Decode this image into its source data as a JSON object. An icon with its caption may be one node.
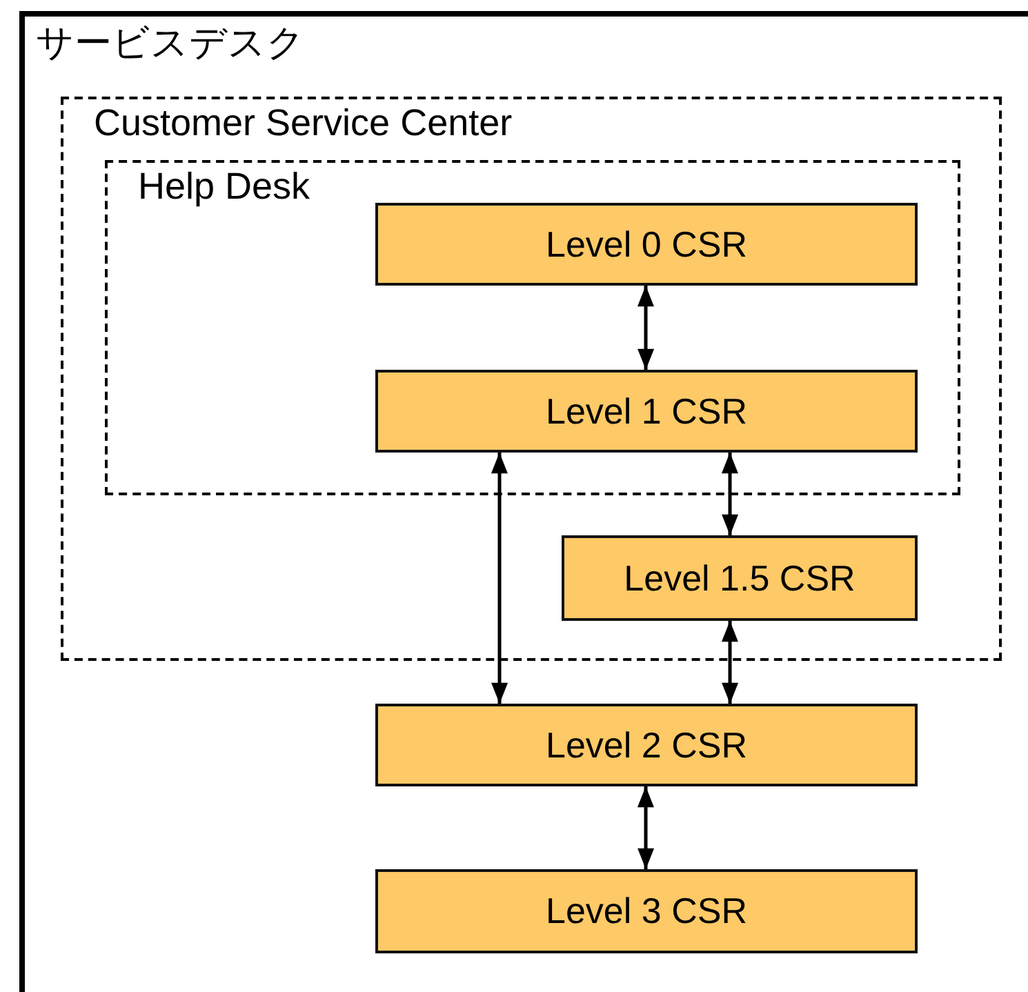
{
  "diagram": {
    "nodes": [
      {
        "text": [
          "サービスデスク"
        ]
      },
      {
        "text": [
          "Customer Service Center"
        ],
        "in": 0
      },
      {
        "text": [
          "Help Desk"
        ],
        "in": 1
      },
      {
        "text": [
          "Level 0 CSR"
        ],
        "in": 2
      },
      {
        "text": [
          "Level 1 CSR"
        ],
        "in": 2
      },
      {
        "text": [
          "Level 1.5 CSR"
        ],
        "in": 1
      },
      {
        "text": [
          "Level 2 CSR"
        ],
        "in": 0
      },
      {
        "text": [
          "Level 3 CSR"
        ],
        "in": 0
      }
    ],
    "edges": [
      {
        "from": 3,
        "to": 4,
        "arrow": "both"
      },
      {
        "from": 4,
        "to": 6,
        "arrow": "both"
      },
      {
        "from": 4,
        "to": 5,
        "arrow": "both"
      },
      {
        "from": 5,
        "to": 6,
        "arrow": "both"
      },
      {
        "from": 6,
        "to": 7,
        "arrow": "both"
      }
    ]
  }
}
